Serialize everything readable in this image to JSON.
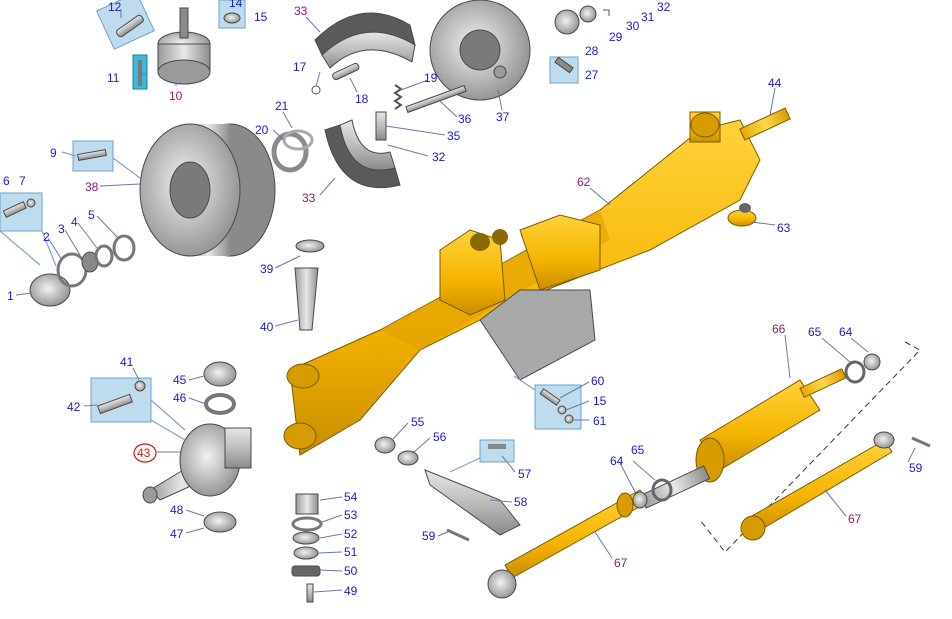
{
  "colors": {
    "label_blue": "#1a1ad6",
    "label_purple": "#8a1a7a",
    "label_red": "#d01818",
    "part_yellow": "#f5b400",
    "part_gray": "#b8b8b8",
    "highlight_box": "#bfdcef"
  },
  "callouts": [
    {
      "id": "c12",
      "text": "12",
      "color": "blue"
    },
    {
      "id": "c14",
      "text": "14",
      "color": "blue"
    },
    {
      "id": "c15a",
      "text": "15",
      "color": "blue"
    },
    {
      "id": "c33a",
      "text": "33",
      "color": "purple"
    },
    {
      "id": "c30",
      "text": "30",
      "color": "blue"
    },
    {
      "id": "c31",
      "text": "31",
      "color": "blue"
    },
    {
      "id": "c32a",
      "text": "32",
      "color": "blue"
    },
    {
      "id": "c11",
      "text": "11",
      "color": "blue"
    },
    {
      "id": "c10",
      "text": "10",
      "color": "purple"
    },
    {
      "id": "c17",
      "text": "17",
      "color": "blue"
    },
    {
      "id": "c18",
      "text": "18",
      "color": "blue"
    },
    {
      "id": "c19",
      "text": "19",
      "color": "blue"
    },
    {
      "id": "c28",
      "text": "28",
      "color": "blue"
    },
    {
      "id": "c29",
      "text": "29",
      "color": "blue"
    },
    {
      "id": "c27",
      "text": "27",
      "color": "blue"
    },
    {
      "id": "c36",
      "text": "36",
      "color": "blue"
    },
    {
      "id": "c37",
      "text": "37",
      "color": "blue"
    },
    {
      "id": "c21",
      "text": "21",
      "color": "blue"
    },
    {
      "id": "c20",
      "text": "20",
      "color": "blue"
    },
    {
      "id": "c35",
      "text": "35",
      "color": "blue"
    },
    {
      "id": "c32b",
      "text": "32",
      "color": "blue"
    },
    {
      "id": "c33b",
      "text": "33",
      "color": "purple"
    },
    {
      "id": "c44",
      "text": "44",
      "color": "blue"
    },
    {
      "id": "c9",
      "text": "9",
      "color": "blue"
    },
    {
      "id": "c38",
      "text": "38",
      "color": "purple"
    },
    {
      "id": "c6",
      "text": "6",
      "color": "blue"
    },
    {
      "id": "c7",
      "text": "7",
      "color": "blue"
    },
    {
      "id": "c62",
      "text": "62",
      "color": "purple"
    },
    {
      "id": "c63",
      "text": "63",
      "color": "blue"
    },
    {
      "id": "c2",
      "text": "2",
      "color": "blue"
    },
    {
      "id": "c3",
      "text": "3",
      "color": "blue"
    },
    {
      "id": "c4",
      "text": "4",
      "color": "blue"
    },
    {
      "id": "c5",
      "text": "5",
      "color": "blue"
    },
    {
      "id": "c1",
      "text": "1",
      "color": "blue"
    },
    {
      "id": "c39",
      "text": "39",
      "color": "blue"
    },
    {
      "id": "c40",
      "text": "40",
      "color": "blue"
    },
    {
      "id": "c66",
      "text": "66",
      "color": "purple"
    },
    {
      "id": "c65a",
      "text": "65",
      "color": "blue"
    },
    {
      "id": "c64a",
      "text": "64",
      "color": "blue"
    },
    {
      "id": "c41",
      "text": "41",
      "color": "blue"
    },
    {
      "id": "c45",
      "text": "45",
      "color": "blue"
    },
    {
      "id": "c46",
      "text": "46",
      "color": "blue"
    },
    {
      "id": "c42",
      "text": "42",
      "color": "blue"
    },
    {
      "id": "c60",
      "text": "60",
      "color": "blue"
    },
    {
      "id": "c15b",
      "text": "15",
      "color": "blue"
    },
    {
      "id": "c61",
      "text": "61",
      "color": "blue"
    },
    {
      "id": "c55",
      "text": "55",
      "color": "blue"
    },
    {
      "id": "c56",
      "text": "56",
      "color": "blue"
    },
    {
      "id": "c43",
      "text": "43",
      "color": "red"
    },
    {
      "id": "c57",
      "text": "57",
      "color": "blue"
    },
    {
      "id": "c65b",
      "text": "65",
      "color": "blue"
    },
    {
      "id": "c64b",
      "text": "64",
      "color": "blue"
    },
    {
      "id": "c59a",
      "text": "59",
      "color": "blue"
    },
    {
      "id": "c58",
      "text": "58",
      "color": "blue"
    },
    {
      "id": "c54",
      "text": "54",
      "color": "blue"
    },
    {
      "id": "c53",
      "text": "53",
      "color": "blue"
    },
    {
      "id": "c52",
      "text": "52",
      "color": "blue"
    },
    {
      "id": "c48",
      "text": "48",
      "color": "blue"
    },
    {
      "id": "c47",
      "text": "47",
      "color": "blue"
    },
    {
      "id": "c51",
      "text": "51",
      "color": "blue"
    },
    {
      "id": "c67a",
      "text": "67",
      "color": "purple"
    },
    {
      "id": "c59b",
      "text": "59",
      "color": "blue"
    },
    {
      "id": "c67b",
      "text": "67",
      "color": "purple"
    },
    {
      "id": "c50",
      "text": "50",
      "color": "blue"
    },
    {
      "id": "c49",
      "text": "49",
      "color": "blue"
    }
  ]
}
